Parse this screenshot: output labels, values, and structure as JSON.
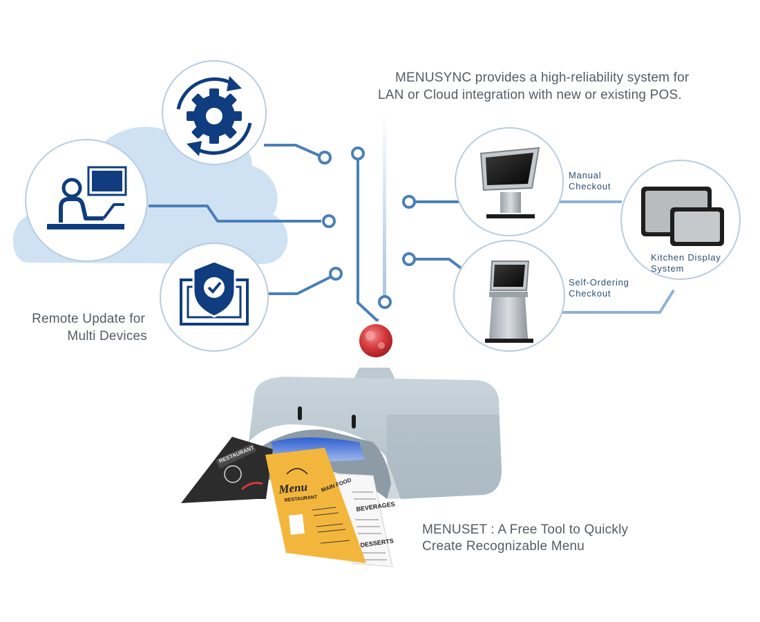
{
  "captions": {
    "menusync_line1": "MENUSYNC provides a high-reliability system for",
    "menusync_line2": "LAN or Cloud integration with new or existing POS.",
    "remote_line1": "Remote Update for",
    "remote_line2": "Multi Devices",
    "manual_line1": "Manual",
    "manual_line2": "Checkout",
    "kds_line1": "Kitchen Display",
    "kds_line2": "System",
    "self_line1": "Self-Ordering",
    "self_line2": "Checkout",
    "menuset_line1": "MENUSET : A Free Tool to Quickly",
    "menuset_line2": "Create Recognizable Menu"
  },
  "menu_sheets": {
    "restaurant_label": "RESTAURANT",
    "menu_title": "Menu",
    "main_food": "MAIN FOOD",
    "beverages": "BEVERAGES",
    "desserts": "DESSERTS"
  },
  "colors": {
    "navy": "#0f3d7f",
    "connector": "#4a7fb8",
    "cloud": "#cfe2f3",
    "circle_border": "#b8cce0",
    "robot_body": "#b9c7cf",
    "robot_knob": "#d4373a",
    "menu_yellow": "#f3b63c",
    "menu_dark": "#2c2c2c"
  },
  "icons": [
    "gear-sync-icon",
    "remote-worker-icon",
    "security-shield-icon",
    "kiosk-terminal-icon",
    "tablet-displays-icon",
    "self-order-kiosk-icon",
    "menuset-robot-icon"
  ]
}
